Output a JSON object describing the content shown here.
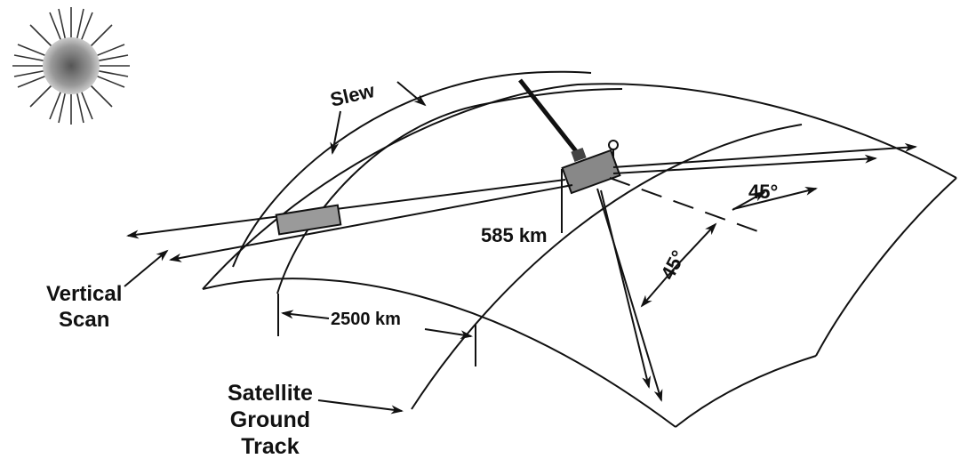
{
  "labels": {
    "slew": "Slew",
    "altitude": "585 km",
    "angle_right": "45°",
    "angle_left": "45°",
    "swath": "2500 km",
    "vertical_line1": "Vertical",
    "vertical_line2": "Scan",
    "ground_line1": "Satellite",
    "ground_line2": "Ground",
    "ground_line3": "Track"
  },
  "colors": {
    "ink": "#111111",
    "sun": "#888888",
    "instrument_fill": "#9a9a9a"
  },
  "icons": {
    "sun": "sun-icon",
    "satellite": "satellite-icon"
  }
}
